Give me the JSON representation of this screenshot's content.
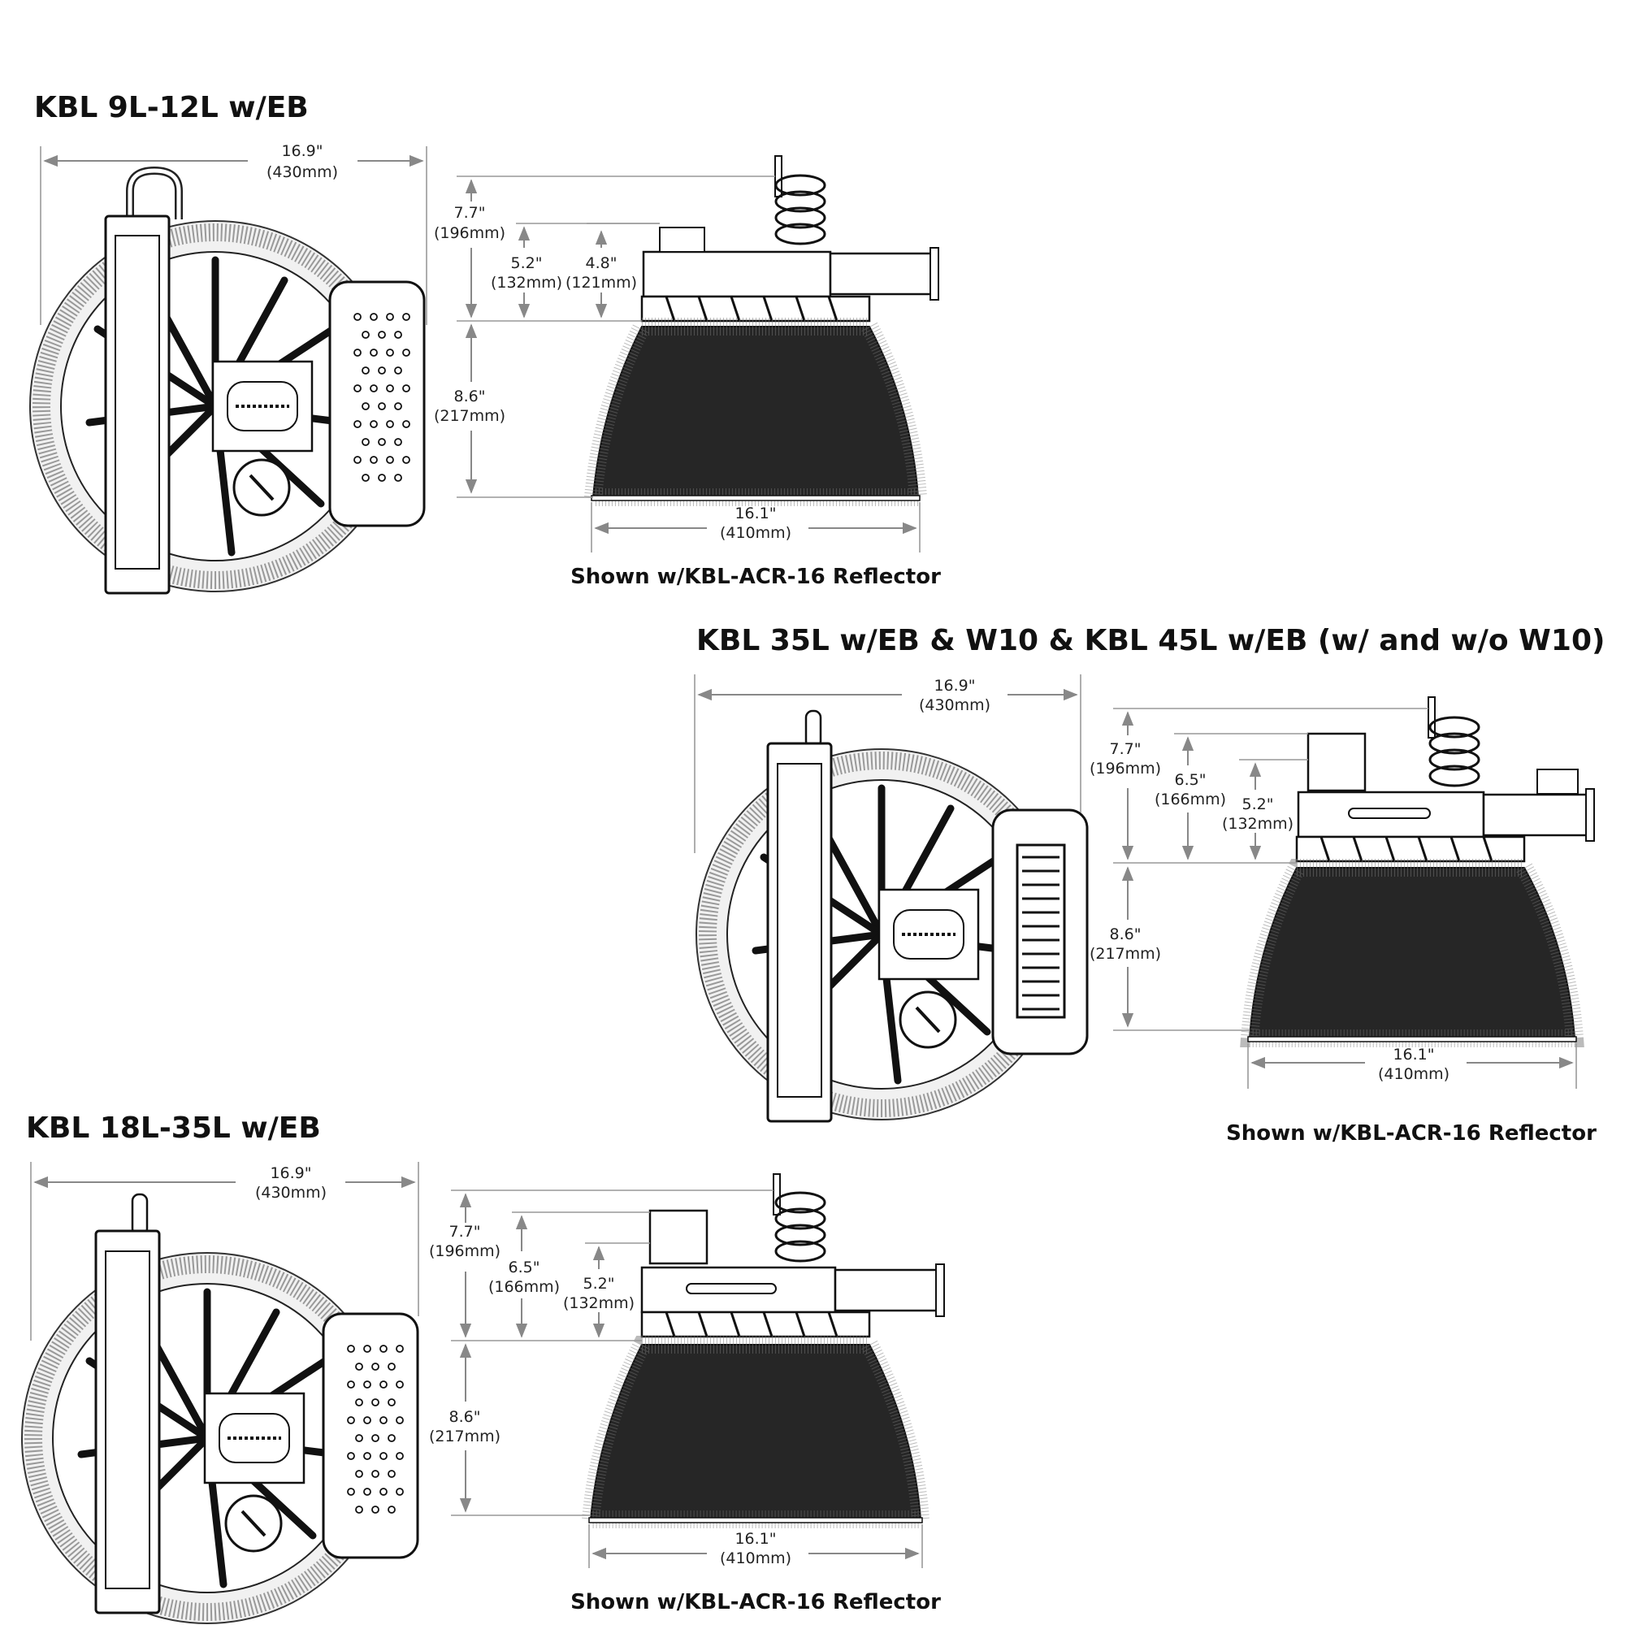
{
  "sections": [
    {
      "title": "KBL 9L-12L w/EB",
      "caption": "Shown w/KBL-ACR-16 Reflector",
      "width": {
        "in": "16.9\"",
        "mm": "(430mm)"
      },
      "heights": [
        {
          "in": "7.7\"",
          "mm": "(196mm)"
        },
        {
          "in": "5.2\"",
          "mm": "(132mm)"
        },
        {
          "in": "4.8\"",
          "mm": "(121mm)"
        },
        {
          "in": "8.6\"",
          "mm": "(217mm)"
        }
      ],
      "reflector_diameter": {
        "in": "16.1\"",
        "mm": "(410mm)"
      }
    },
    {
      "title": "KBL 35L w/EB & W10 & KBL 45L w/EB (w/ and w/o W10)",
      "caption": "Shown w/KBL-ACR-16 Reflector",
      "width": {
        "in": "16.9\"",
        "mm": "(430mm)"
      },
      "heights": [
        {
          "in": "7.7\"",
          "mm": "(196mm)"
        },
        {
          "in": "6.5\"",
          "mm": "(166mm)"
        },
        {
          "in": "5.2\"",
          "mm": "(132mm)"
        },
        {
          "in": "8.6\"",
          "mm": "(217mm)"
        }
      ],
      "reflector_diameter": {
        "in": "16.1\"",
        "mm": "(410mm)"
      }
    },
    {
      "title": "KBL 18L-35L w/EB",
      "caption": "Shown w/KBL-ACR-16 Reflector",
      "width": {
        "in": "16.9\"",
        "mm": "(430mm)"
      },
      "heights": [
        {
          "in": "7.7\"",
          "mm": "(196mm)"
        },
        {
          "in": "6.5\"",
          "mm": "(166mm)"
        },
        {
          "in": "5.2\"",
          "mm": "(132mm)"
        },
        {
          "in": "8.6\"",
          "mm": "(217mm)"
        }
      ],
      "reflector_diameter": {
        "in": "16.1\"",
        "mm": "(410mm)"
      }
    }
  ]
}
